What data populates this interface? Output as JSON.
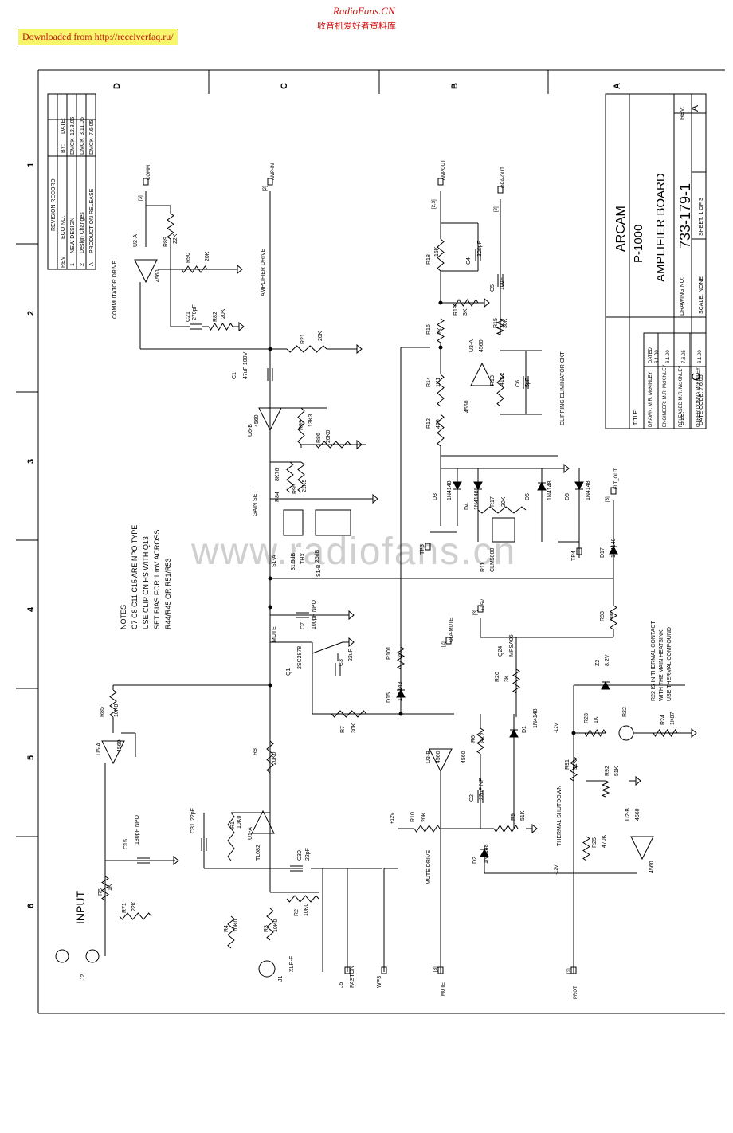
{
  "watermark": {
    "site": "RadioFans.CN",
    "site_cn": "收音机爱好者资料库",
    "download": "Downloaded from http://receiverfaq.ru/",
    "center": "www.radiofans.cn"
  },
  "border": {
    "cols": [
      "D",
      "C",
      "B",
      "A"
    ],
    "rows": [
      "1",
      "2",
      "3",
      "4",
      "5",
      "6"
    ]
  },
  "revision": {
    "title": "REVISION RECORD",
    "headers": [
      "REV",
      "ECO NO.",
      "BY:",
      "DATE:"
    ],
    "rows": [
      [
        "1",
        "NEW DESIGN",
        "DMCK",
        "12.8.05"
      ],
      [
        "2",
        "Design Changes",
        "DMCK",
        "3.11.05"
      ],
      [
        "A",
        "PRODUCTION RELEASE",
        "DMCK",
        "7.6.05"
      ]
    ]
  },
  "titleblock": {
    "company": "ARCAM",
    "product": "P-1000",
    "board": "AMPLIFIER BOARD",
    "title_label": "TITLE:",
    "drawing_no_label": "DRAWING NO:",
    "drawing_no": "733-179-1",
    "rev_label": "REV:",
    "rev": "A",
    "size_label": "SIZE:",
    "size": "C",
    "date_code": "DATE CODE: 7.6.05",
    "scale": "SCALE: NONE",
    "sheet": "SHEET: 1 OF 3",
    "drawn": "DRAWN: M.R. McKINLEY",
    "engineer": "ENGINEER: M.R. McKINLEY",
    "released": "RELEASED M.R. McKINLEY",
    "other": "OTHER DONNA McKINLEY",
    "dated_label": "DATED:",
    "dated1": "6.1.00",
    "dated2": "6.1.00",
    "dated3": "7.6.05",
    "dated4": "6.1.00"
  },
  "notes": {
    "title": "NOTES",
    "line1": "C7 C8   C11 C15   ARE NPO TYPE",
    "line2": "USE CLIP ON HS WITH Q13",
    "line3": "SET BIAS FOR 1 mV ACROSS",
    "line4": "R44/R45 OR R51/R53"
  },
  "sections": {
    "commutator": "COMMUTATOR DRIVE",
    "amplifier": "AMPLIFIER DRIVE",
    "clipping": "CLIPPING ELIMINATOR CKT",
    "mute_drive": "MUTE DRIVE",
    "thermal": "THERMAL SHUTDOWN",
    "gain_set": "GAIN SET",
    "mute": "MUTE",
    "input": "INPUT",
    "r22_note1": "R22 IS IN THERMAL CONTACT",
    "r22_note2": "WITH THE MAIN HEATSINK",
    "r22_note3": "USE THERMAL COMPOUND"
  },
  "signals": {
    "comm": "COMM",
    "amp_in": "AMP-IN",
    "ampout": "AMPOUT",
    "opa_out": "OPA-OUT",
    "flt_out": "FLT_OUT",
    "cla_mute": "CLA-MUTE",
    "v25": "+25V",
    "mute": "MUTE",
    "prot": "PROT",
    "p12v": "+12V",
    "m12v": "-12V",
    "m12v2": "-12V",
    "ref3": "[3]",
    "ref2": "[2]",
    "ref23": "[2,3]"
  },
  "parts": [
    {
      "id": "U2-A",
      "val": "4560"
    },
    {
      "id": "R89",
      "val": "22K"
    },
    {
      "id": "R90",
      "val": "20K"
    },
    {
      "id": "C21",
      "val": "270pF"
    },
    {
      "id": "R82",
      "val": "20K"
    },
    {
      "id": "R21",
      "val": "20K"
    },
    {
      "id": "C1",
      "val": "47uF 100V"
    },
    {
      "id": "U6-B",
      "val": "4560"
    },
    {
      "id": "R99",
      "val": "13K3"
    },
    {
      "id": "R86",
      "val": "20K0"
    },
    {
      "id": "R84",
      "val": "8K76"
    },
    {
      "id": "R95",
      "val": "21K5"
    },
    {
      "id": "S1-A",
      "val": "31.5dB"
    },
    {
      "id": "S1-B",
      "val": "25dB"
    },
    {
      "id": "THX",
      "val": ""
    },
    {
      "id": "C7",
      "val": "100pF NPO"
    },
    {
      "id": "Q1",
      "val": "2SC2878"
    },
    {
      "id": "C3",
      "val": "22uF"
    },
    {
      "id": "R85",
      "val": "10K0"
    },
    {
      "id": "U6-A",
      "val": "4560"
    },
    {
      "id": "R8",
      "val": "20K0"
    },
    {
      "id": "R7",
      "val": "30K"
    },
    {
      "id": "C15",
      "val": "180pF NPO"
    },
    {
      "id": "C31",
      "val": "22pF"
    },
    {
      "id": "R1",
      "val": "10K0"
    },
    {
      "id": "U1-A",
      "val": "TL082"
    },
    {
      "id": "C30",
      "val": "22pF"
    },
    {
      "id": "R5",
      "val": "1K"
    },
    {
      "id": "R71",
      "val": "22K"
    },
    {
      "id": "R4",
      "val": "10K0"
    },
    {
      "id": "R3",
      "val": "10K0"
    },
    {
      "id": "R2",
      "val": "10K0"
    },
    {
      "id": "J1",
      "val": "XLR-F"
    },
    {
      "id": "J2",
      "val": ""
    },
    {
      "id": "J5",
      "val": "FASTON"
    },
    {
      "id": "WP3",
      "val": ""
    },
    {
      "id": "R18",
      "val": "15K"
    },
    {
      "id": "C4",
      "val": "300pF"
    },
    {
      "id": "C5",
      "val": "10uF"
    },
    {
      "id": "R19",
      "val": "3K"
    },
    {
      "id": "R16",
      "val": "1K"
    },
    {
      "id": "R15",
      "val": "30K"
    },
    {
      "id": "R14",
      "val": "1K1"
    },
    {
      "id": "U3-A",
      "val": "4560"
    },
    {
      "id": "R13",
      "val": "41K2"
    },
    {
      "id": "C6",
      "val": "5pF"
    },
    {
      "id": "R12",
      "val": "470"
    },
    {
      "id": "D3",
      "val": "1N4148"
    },
    {
      "id": "D4",
      "val": "1N4148"
    },
    {
      "id": "D5",
      "val": "1N4148"
    },
    {
      "id": "D6",
      "val": "1N4148"
    },
    {
      "id": "R17",
      "val": "20K"
    },
    {
      "id": "TP3",
      "val": ""
    },
    {
      "id": "TP4",
      "val": ""
    },
    {
      "id": "R11",
      "val": "CLM5000"
    },
    {
      "id": "D17",
      "val": "1N4148"
    },
    {
      "id": "R101",
      "val": "2K"
    },
    {
      "id": "D15",
      "val": "1N4148"
    },
    {
      "id": "Q24",
      "val": "MPSA06"
    },
    {
      "id": "R83",
      "val": "200"
    },
    {
      "id": "R20",
      "val": "3K"
    },
    {
      "id": "U3-B",
      "val": "4560"
    },
    {
      "id": "R6",
      "val": "8K2"
    },
    {
      "id": "D1",
      "val": "1N4148"
    },
    {
      "id": "C2",
      "val": "22uF NP"
    },
    {
      "id": "R10",
      "val": "20K"
    },
    {
      "id": "R9",
      "val": "51K"
    },
    {
      "id": "D2",
      "val": "1N4148"
    },
    {
      "id": "Z2",
      "val": "8.2V"
    },
    {
      "id": "R23",
      "val": "1K"
    },
    {
      "id": "R22",
      "val": ""
    },
    {
      "id": "R24",
      "val": "1K87"
    },
    {
      "id": "R91",
      "val": "51K"
    },
    {
      "id": "R92",
      "val": "51K"
    },
    {
      "id": "R25",
      "val": "470K"
    },
    {
      "id": "U2-B",
      "val": "4560"
    }
  ]
}
